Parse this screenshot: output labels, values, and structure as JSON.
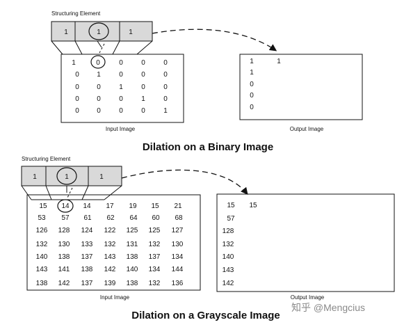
{
  "binary": {
    "se_label": "Structuring Element",
    "se_values": [
      "1",
      "1",
      "1"
    ],
    "input_label": "Input Image",
    "output_label": "Output Image",
    "input_rows": [
      [
        "1",
        "0",
        "0",
        "0",
        "0"
      ],
      [
        "0",
        "1",
        "0",
        "0",
        "0"
      ],
      [
        "0",
        "0",
        "1",
        "0",
        "0"
      ],
      [
        "0",
        "0",
        "0",
        "1",
        "0"
      ],
      [
        "0",
        "0",
        "0",
        "0",
        "1"
      ]
    ],
    "output_first_row": [
      "1",
      "1"
    ],
    "output_first_col_rest": [
      "1",
      "0",
      "0",
      "0"
    ],
    "caption": "Dilation on a Binary Image"
  },
  "grayscale": {
    "se_label": "Structuring Element",
    "se_values": [
      "1",
      "1",
      "1"
    ],
    "input_label": "Input Image",
    "output_label": "Output Image",
    "input_rows": [
      [
        "15",
        "14",
        "14",
        "17",
        "19",
        "15",
        "21"
      ],
      [
        "53",
        "57",
        "61",
        "62",
        "64",
        "60",
        "68"
      ],
      [
        "126",
        "128",
        "124",
        "122",
        "125",
        "125",
        "127"
      ],
      [
        "132",
        "130",
        "133",
        "132",
        "131",
        "132",
        "130"
      ],
      [
        "140",
        "138",
        "137",
        "143",
        "138",
        "137",
        "134"
      ],
      [
        "143",
        "141",
        "138",
        "142",
        "140",
        "134",
        "144"
      ],
      [
        "138",
        "142",
        "137",
        "139",
        "138",
        "132",
        "136"
      ]
    ],
    "output_first_row": [
      "15",
      "15"
    ],
    "output_first_col_rest": [
      "57",
      "128",
      "132",
      "140",
      "143",
      "142"
    ],
    "caption": "Dilation on a Grayscale Image"
  },
  "watermark": "知乎 @Mengcius"
}
